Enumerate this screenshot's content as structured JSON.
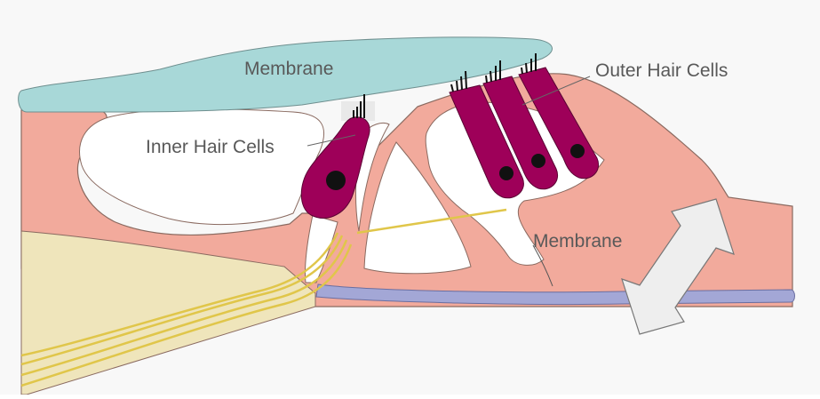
{
  "labels": {
    "tectorial_membrane": "Membrane",
    "inner_hair_cells": "Inner Hair Cells",
    "outer_hair_cells": "Outer Hair Cells",
    "basilar_membrane": "Membrane"
  },
  "colors": {
    "background": "#f8f8f8",
    "tissue": "#f2aa9c",
    "tissue_stroke": "#8a6a60",
    "tectorial": "#a8d8d8",
    "hair_cell": "#9e0059",
    "nucleus": "#111111",
    "nerve_region": "#efe5bb",
    "nerve_fiber": "#e0c64a",
    "basilar": "#a3a7d6",
    "arrow_fill": "#eeeeee",
    "arrow_stroke": "#777777",
    "label_text": "#595959"
  },
  "icons": {
    "movement_arrow": "double-arrow-icon"
  }
}
